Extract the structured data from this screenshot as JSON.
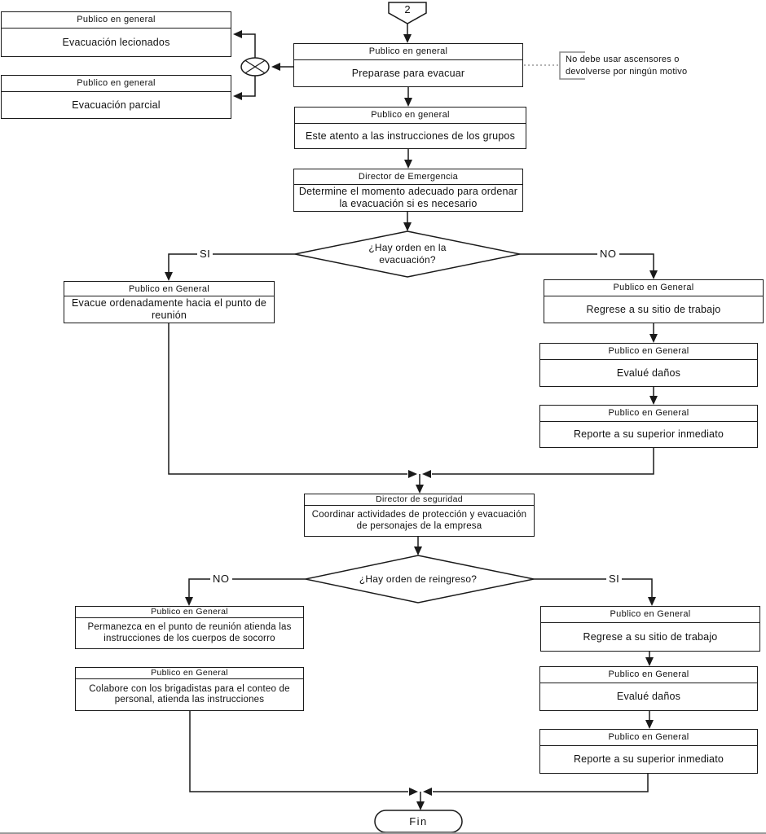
{
  "diagram_type": "flowchart",
  "language": "es",
  "colors": {
    "line": "#1a1a1a",
    "annotation_border": "#8a8a8a",
    "fill": "#ffffff"
  },
  "offpage_connector": {
    "label": "2"
  },
  "annotation": {
    "text": "No debe usar ascensores o devolverse por ningún motivo"
  },
  "nodes": {
    "evac_lesionados": {
      "header": "Publico en general",
      "body": "Evacuación lecionados"
    },
    "evac_parcial": {
      "header": "Publico en general",
      "body": "Evacuación parcial"
    },
    "preparese": {
      "header": "Publico en general",
      "body": "Preparase para evacuar"
    },
    "este_atento": {
      "header": "Publico en general",
      "body": "Este atento a las instrucciones de los grupos"
    },
    "determine": {
      "header": "Director de Emergencia",
      "body": "Determine el momento adecuado para ordenar la evacuación si es necesario"
    },
    "evacue": {
      "header": "Publico en General",
      "body": "Evacue ordenadamente hacia el punto de reunión"
    },
    "regrese1": {
      "header": "Publico en General",
      "body": "Regrese a su sitio de trabajo"
    },
    "evalue1": {
      "header": "Publico en General",
      "body": "Evalué daños"
    },
    "reporte1": {
      "header": "Publico en General",
      "body": "Reporte a su superior inmediato"
    },
    "coordinar": {
      "header": "Director de seguridad",
      "body": "Coordinar actividades de protección y evacuación de personajes de la empresa"
    },
    "permanezca": {
      "header": "Publico en General",
      "body": "Permanezca en el punto de reunión atienda las instrucciones de los cuerpos de socorro"
    },
    "colabore": {
      "header": "Publico en General",
      "body": "Colabore con los brigadistas para el conteo de personal, atienda las instrucciones"
    },
    "regrese2": {
      "header": "Publico en General",
      "body": "Regrese a su sitio de trabajo"
    },
    "evalue2": {
      "header": "Publico en General",
      "body": "Evalué daños"
    },
    "reporte2": {
      "header": "Publico en General",
      "body": "Reporte a su superior inmediato"
    },
    "fin": {
      "label": "Fin"
    }
  },
  "decisions": {
    "d1": {
      "question": "¿Hay orden en la evacuación?",
      "left_label": "SI",
      "right_label": "NO"
    },
    "d2": {
      "question": "¿Hay orden de reingreso?",
      "left_label": "NO",
      "right_label": "SI"
    }
  }
}
